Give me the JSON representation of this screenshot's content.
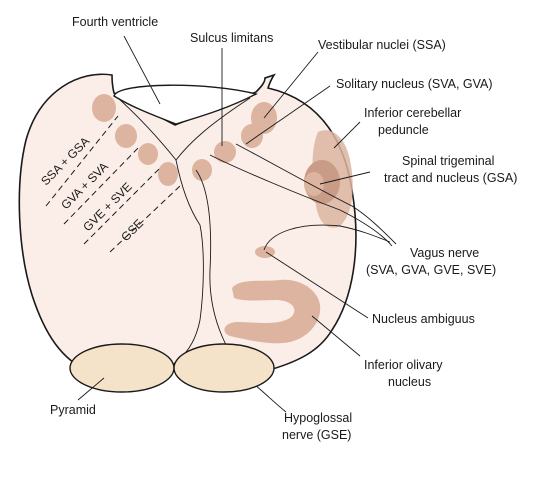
{
  "colors": {
    "tissue": "#fbeee8",
    "nucleus": "#dcb4a0",
    "nucleus_dark": "#c89c86",
    "pyramid": "#f5e3c9",
    "outline": "#1a1a1a"
  },
  "labels": {
    "fourth_ventricle": "Fourth ventricle",
    "sulcus_limitans": "Sulcus limitans",
    "vestibular_nuclei": "Vestibular nuclei (SSA)",
    "solitary_nucleus": "Solitary nucleus (SVA, GVA)",
    "inferior_cerebellar_1": "Inferior cerebellar",
    "inferior_cerebellar_2": "peduncle",
    "spinal_trigeminal_1": "Spinal trigeminal",
    "spinal_trigeminal_2": "tract and nucleus (GSA)",
    "vagus_1": "Vagus nerve",
    "vagus_2": "(SVA, GVA, GVE, SVE)",
    "nucleus_ambiguus": "Nucleus ambiguus",
    "inferior_olivary_1": "Inferior olivary",
    "inferior_olivary_2": "nucleus",
    "pyramid": "Pyramid",
    "hypoglossal_1": "Hypoglossal",
    "hypoglossal_2": "nerve (GSE)"
  },
  "columns": {
    "ssa_gsa": "SSA + GSA",
    "gva_sva": "GVA + SVA",
    "gve_sve": "GVE + SVE",
    "gse": "GSE"
  },
  "icons": {
    "medulla": "medulla-cross-section",
    "pyramids": "pyramid-shape",
    "nuclei": "nucleus-blob"
  }
}
